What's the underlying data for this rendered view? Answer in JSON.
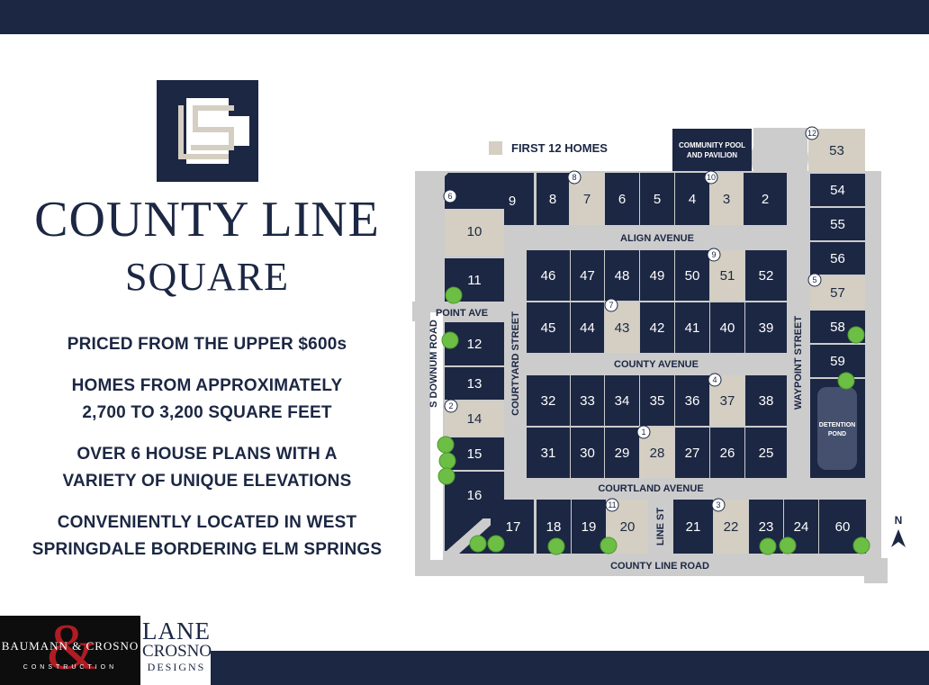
{
  "development": {
    "title_line1": "COUNTY LINE",
    "title_line2": "SQUARE",
    "info": [
      [
        "PRICED FROM THE UPPER $600s"
      ],
      [
        "HOMES FROM APPROXIMATELY",
        "2,700 TO 3,200 SQUARE FEET"
      ],
      [
        "OVER 6 HOUSE PLANS WITH A",
        "VARIETY OF UNIQUE ELEVATIONS"
      ],
      [
        "CONVENIENTLY LOCATED IN WEST",
        "SPRINGDALE BORDERING ELM SPRINGS"
      ]
    ]
  },
  "brands": {
    "builder_name": "BAUMANN & CROSNO",
    "builder_sub": "CONSTRUCTION",
    "designer_line1": "LANE",
    "designer_line2": "CROSNO",
    "designer_line3": "DESIGNS"
  },
  "map": {
    "legend_label": "FIRST 12 HOMES",
    "community_pool_line1": "COMMUNITY POOL",
    "community_pool_line2": "AND PAVILION",
    "detention_pond_line1": "DETENTION",
    "detention_pond_line2": "POND",
    "north_label": "N",
    "streets": {
      "align": "ALIGN AVENUE",
      "county": "COUNTY AVENUE",
      "courtland": "COURTLAND AVENUE",
      "county_line": "COUNTY LINE ROAD",
      "point": "POINT AVE",
      "courtyard": "COURTYARD STREET",
      "waypoint": "WAYPOINT STREET",
      "downum": "S DOWNUM ROAD",
      "line_st": "LINE ST"
    },
    "colors": {
      "lot": "#1c2743",
      "first12": "#d4cfc2",
      "road": "#cccccc",
      "tree": "#6cbe45",
      "pond": "#45506e"
    },
    "lots": [
      {
        "n": "9"
      },
      {
        "n": "8"
      },
      {
        "n": "7",
        "f": true
      },
      {
        "n": "6"
      },
      {
        "n": "5"
      },
      {
        "n": "4"
      },
      {
        "n": "3",
        "f": true
      },
      {
        "n": "2"
      },
      {
        "n": "10",
        "f": true
      },
      {
        "n": "11"
      },
      {
        "n": "12"
      },
      {
        "n": "13"
      },
      {
        "n": "14",
        "f": true
      },
      {
        "n": "15"
      },
      {
        "n": "16"
      },
      {
        "n": "46"
      },
      {
        "n": "47"
      },
      {
        "n": "48"
      },
      {
        "n": "49"
      },
      {
        "n": "50"
      },
      {
        "n": "51",
        "f": true
      },
      {
        "n": "52"
      },
      {
        "n": "45"
      },
      {
        "n": "44"
      },
      {
        "n": "43",
        "f": true
      },
      {
        "n": "42"
      },
      {
        "n": "41"
      },
      {
        "n": "40"
      },
      {
        "n": "39"
      },
      {
        "n": "32"
      },
      {
        "n": "33"
      },
      {
        "n": "34"
      },
      {
        "n": "35"
      },
      {
        "n": "36"
      },
      {
        "n": "37",
        "f": true
      },
      {
        "n": "38"
      },
      {
        "n": "31"
      },
      {
        "n": "30"
      },
      {
        "n": "29"
      },
      {
        "n": "28",
        "f": true
      },
      {
        "n": "27"
      },
      {
        "n": "26"
      },
      {
        "n": "25"
      },
      {
        "n": "17"
      },
      {
        "n": "18"
      },
      {
        "n": "19"
      },
      {
        "n": "20",
        "f": true
      },
      {
        "n": "21"
      },
      {
        "n": "22",
        "f": true
      },
      {
        "n": "23"
      },
      {
        "n": "24"
      },
      {
        "n": "60"
      },
      {
        "n": "53",
        "f": true
      },
      {
        "n": "54"
      },
      {
        "n": "55"
      },
      {
        "n": "56"
      },
      {
        "n": "57",
        "f": true
      },
      {
        "n": "58"
      },
      {
        "n": "59"
      }
    ],
    "markers": [
      "1",
      "2",
      "3",
      "4",
      "5",
      "6",
      "7",
      "8",
      "9",
      "10",
      "11",
      "12"
    ]
  }
}
